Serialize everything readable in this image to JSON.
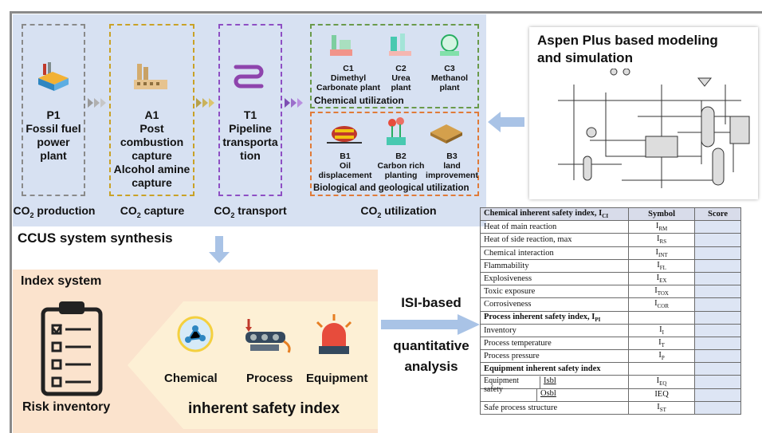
{
  "ccus": {
    "stages": [
      {
        "code": "P1",
        "lines": [
          "Fossil fuel",
          "power",
          "plant"
        ],
        "caption_main": "CO",
        "caption_sub": "2",
        "caption_rest": " production",
        "icon": "factory-icon",
        "border": "#8a8a8a"
      },
      {
        "code": "A1",
        "lines": [
          "Post",
          "combustion",
          "capture",
          "Alcohol amine",
          "capture"
        ],
        "caption_main": "CO",
        "caption_sub": "2",
        "caption_rest": " capture",
        "icon": "capture-plant-icon",
        "border": "#c9a227"
      },
      {
        "code": "T1",
        "lines": [
          "Pipeline",
          "transporta",
          "tion"
        ],
        "caption_main": "CO",
        "caption_sub": "2",
        "caption_rest": " transport",
        "icon": "pipeline-icon",
        "border": "#8e4fc4"
      }
    ],
    "utilization_caption": {
      "main": "CO",
      "sub": "2",
      "rest": " utilization"
    },
    "chemical": {
      "title": "Chemical utilization",
      "border": "#6a9a4a",
      "items": [
        {
          "code": "C1",
          "lines": [
            "Dimethyl",
            "Carbonate plant"
          ],
          "icon": "chemical-plant-icon"
        },
        {
          "code": "C2",
          "lines": [
            "Urea",
            "plant"
          ],
          "icon": "urea-plant-icon"
        },
        {
          "code": "C3",
          "lines": [
            "Methanol",
            "plant"
          ],
          "icon": "methanol-plant-icon"
        }
      ]
    },
    "biological": {
      "title": "Biological  and geological utilization",
      "border": "#e07b39",
      "items": [
        {
          "code": "B1",
          "lines": [
            "Oil",
            "displacement"
          ],
          "icon": "oil-icon"
        },
        {
          "code": "B2",
          "lines": [
            "Carbon rich",
            "planting"
          ],
          "icon": "planting-icon"
        },
        {
          "code": "B3",
          "lines": [
            "land",
            "improvement"
          ],
          "icon": "soil-icon"
        }
      ]
    },
    "synthesis_label": "CCUS system synthesis"
  },
  "aspen": {
    "title_line1": "Aspen Plus based modeling",
    "title_line2": "and simulation"
  },
  "index": {
    "title": "Index system",
    "risk_label": "Risk inventory",
    "categories": [
      "Chemical",
      "Process",
      "Equipment"
    ],
    "isi_label": "inherent safety index"
  },
  "analysis": {
    "line1": "ISI-based",
    "line2": "quantitative",
    "line3": "analysis"
  },
  "table": {
    "headers": {
      "index": "Chemical inherent safety index, I",
      "index_sub": "CI",
      "symbol": "Symbol",
      "score": "Score"
    },
    "rows": [
      {
        "label": "Heat of main reaction",
        "sym": "I",
        "sub": "RM"
      },
      {
        "label": "Heat of side reaction, max",
        "sym": "I",
        "sub": "RS"
      },
      {
        "label": "Chemical interaction",
        "sym": "I",
        "sub": "INT"
      },
      {
        "label": "Flammability",
        "sym": "I",
        "sub": "FL"
      },
      {
        "label": "Explosiveness",
        "sym": "I",
        "sub": "EX"
      },
      {
        "label": "Toxic exposure",
        "sym": "I",
        "sub": "TOX"
      },
      {
        "label": "Corrosiveness",
        "sym": "I",
        "sub": "COR"
      }
    ],
    "process_header": {
      "label": "Process inherent safety index, I",
      "sub": "PI"
    },
    "process_rows": [
      {
        "label": "Inventory",
        "sym": "I",
        "sub": "I"
      },
      {
        "label": "Process temperature",
        "sym": "I",
        "sub": "T"
      },
      {
        "label": "Process pressure",
        "sym": "I",
        "sub": "P"
      }
    ],
    "equipment_header": {
      "label": "Equipment inherent safety index"
    },
    "equipment_group": "Equipment safety",
    "equipment_rows": [
      {
        "label": "Isbl",
        "sym": "I",
        "sub": "EQ"
      },
      {
        "label": "Osbl",
        "sym": "IEQ",
        "sub": ""
      }
    ],
    "last_row": {
      "label": "Safe process structure",
      "sym": "I",
      "sub": "ST"
    }
  }
}
